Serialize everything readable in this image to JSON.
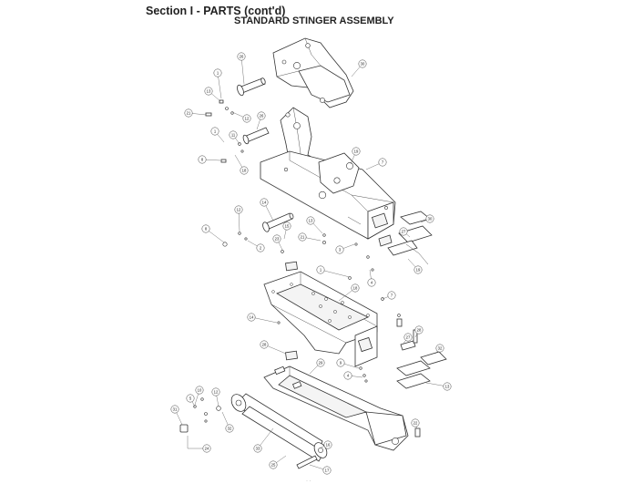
{
  "header": {
    "section_title": "Section I - PARTS (cont'd)",
    "assembly_title": "STANDARD STINGER ASSEMBLY"
  },
  "callouts": [
    {
      "id": "c30a",
      "label": "30"
    },
    {
      "id": "c26a",
      "label": "26"
    },
    {
      "id": "c1a",
      "label": "1"
    },
    {
      "id": "c13a",
      "label": "13"
    },
    {
      "id": "c21a",
      "label": "21"
    },
    {
      "id": "c12a",
      "label": "12"
    },
    {
      "id": "c26b",
      "label": "26"
    },
    {
      "id": "c1b",
      "label": "1"
    },
    {
      "id": "c11a",
      "label": "11"
    },
    {
      "id": "c8a",
      "label": "8"
    },
    {
      "id": "c18a",
      "label": "18"
    },
    {
      "id": "c19a",
      "label": "19"
    },
    {
      "id": "c7a",
      "label": "7"
    },
    {
      "id": "c14a",
      "label": "14"
    },
    {
      "id": "c8b",
      "label": "8"
    },
    {
      "id": "c12b",
      "label": "12"
    },
    {
      "id": "c15a",
      "label": "15"
    },
    {
      "id": "c2a",
      "label": "2"
    },
    {
      "id": "c23a",
      "label": "23"
    },
    {
      "id": "c13b",
      "label": "13"
    },
    {
      "id": "c21b",
      "label": "21"
    },
    {
      "id": "c3a",
      "label": "3"
    },
    {
      "id": "c30b",
      "label": "30"
    },
    {
      "id": "c27a",
      "label": "27"
    },
    {
      "id": "c19b",
      "label": "19"
    },
    {
      "id": "c1c",
      "label": "1"
    },
    {
      "id": "c18b",
      "label": "18"
    },
    {
      "id": "c4a",
      "label": "4"
    },
    {
      "id": "c7b",
      "label": "7"
    },
    {
      "id": "c14b",
      "label": "14"
    },
    {
      "id": "c28a",
      "label": "28"
    },
    {
      "id": "c28b",
      "label": "28"
    },
    {
      "id": "c27b",
      "label": "27"
    },
    {
      "id": "c32a",
      "label": "32"
    },
    {
      "id": "c29a",
      "label": "29"
    },
    {
      "id": "c9a",
      "label": "9"
    },
    {
      "id": "c4b",
      "label": "4"
    },
    {
      "id": "c13c",
      "label": "13"
    },
    {
      "id": "c10a",
      "label": "10"
    },
    {
      "id": "c5a",
      "label": "5"
    },
    {
      "id": "c12c",
      "label": "12"
    },
    {
      "id": "c31a",
      "label": "31"
    },
    {
      "id": "c22a",
      "label": "22"
    },
    {
      "id": "c32b",
      "label": "32"
    },
    {
      "id": "c24a",
      "label": "24"
    },
    {
      "id": "c33a",
      "label": "33"
    },
    {
      "id": "c25a",
      "label": "25"
    },
    {
      "id": "c17a",
      "label": "17"
    },
    {
      "id": "c16a",
      "label": "16"
    }
  ]
}
